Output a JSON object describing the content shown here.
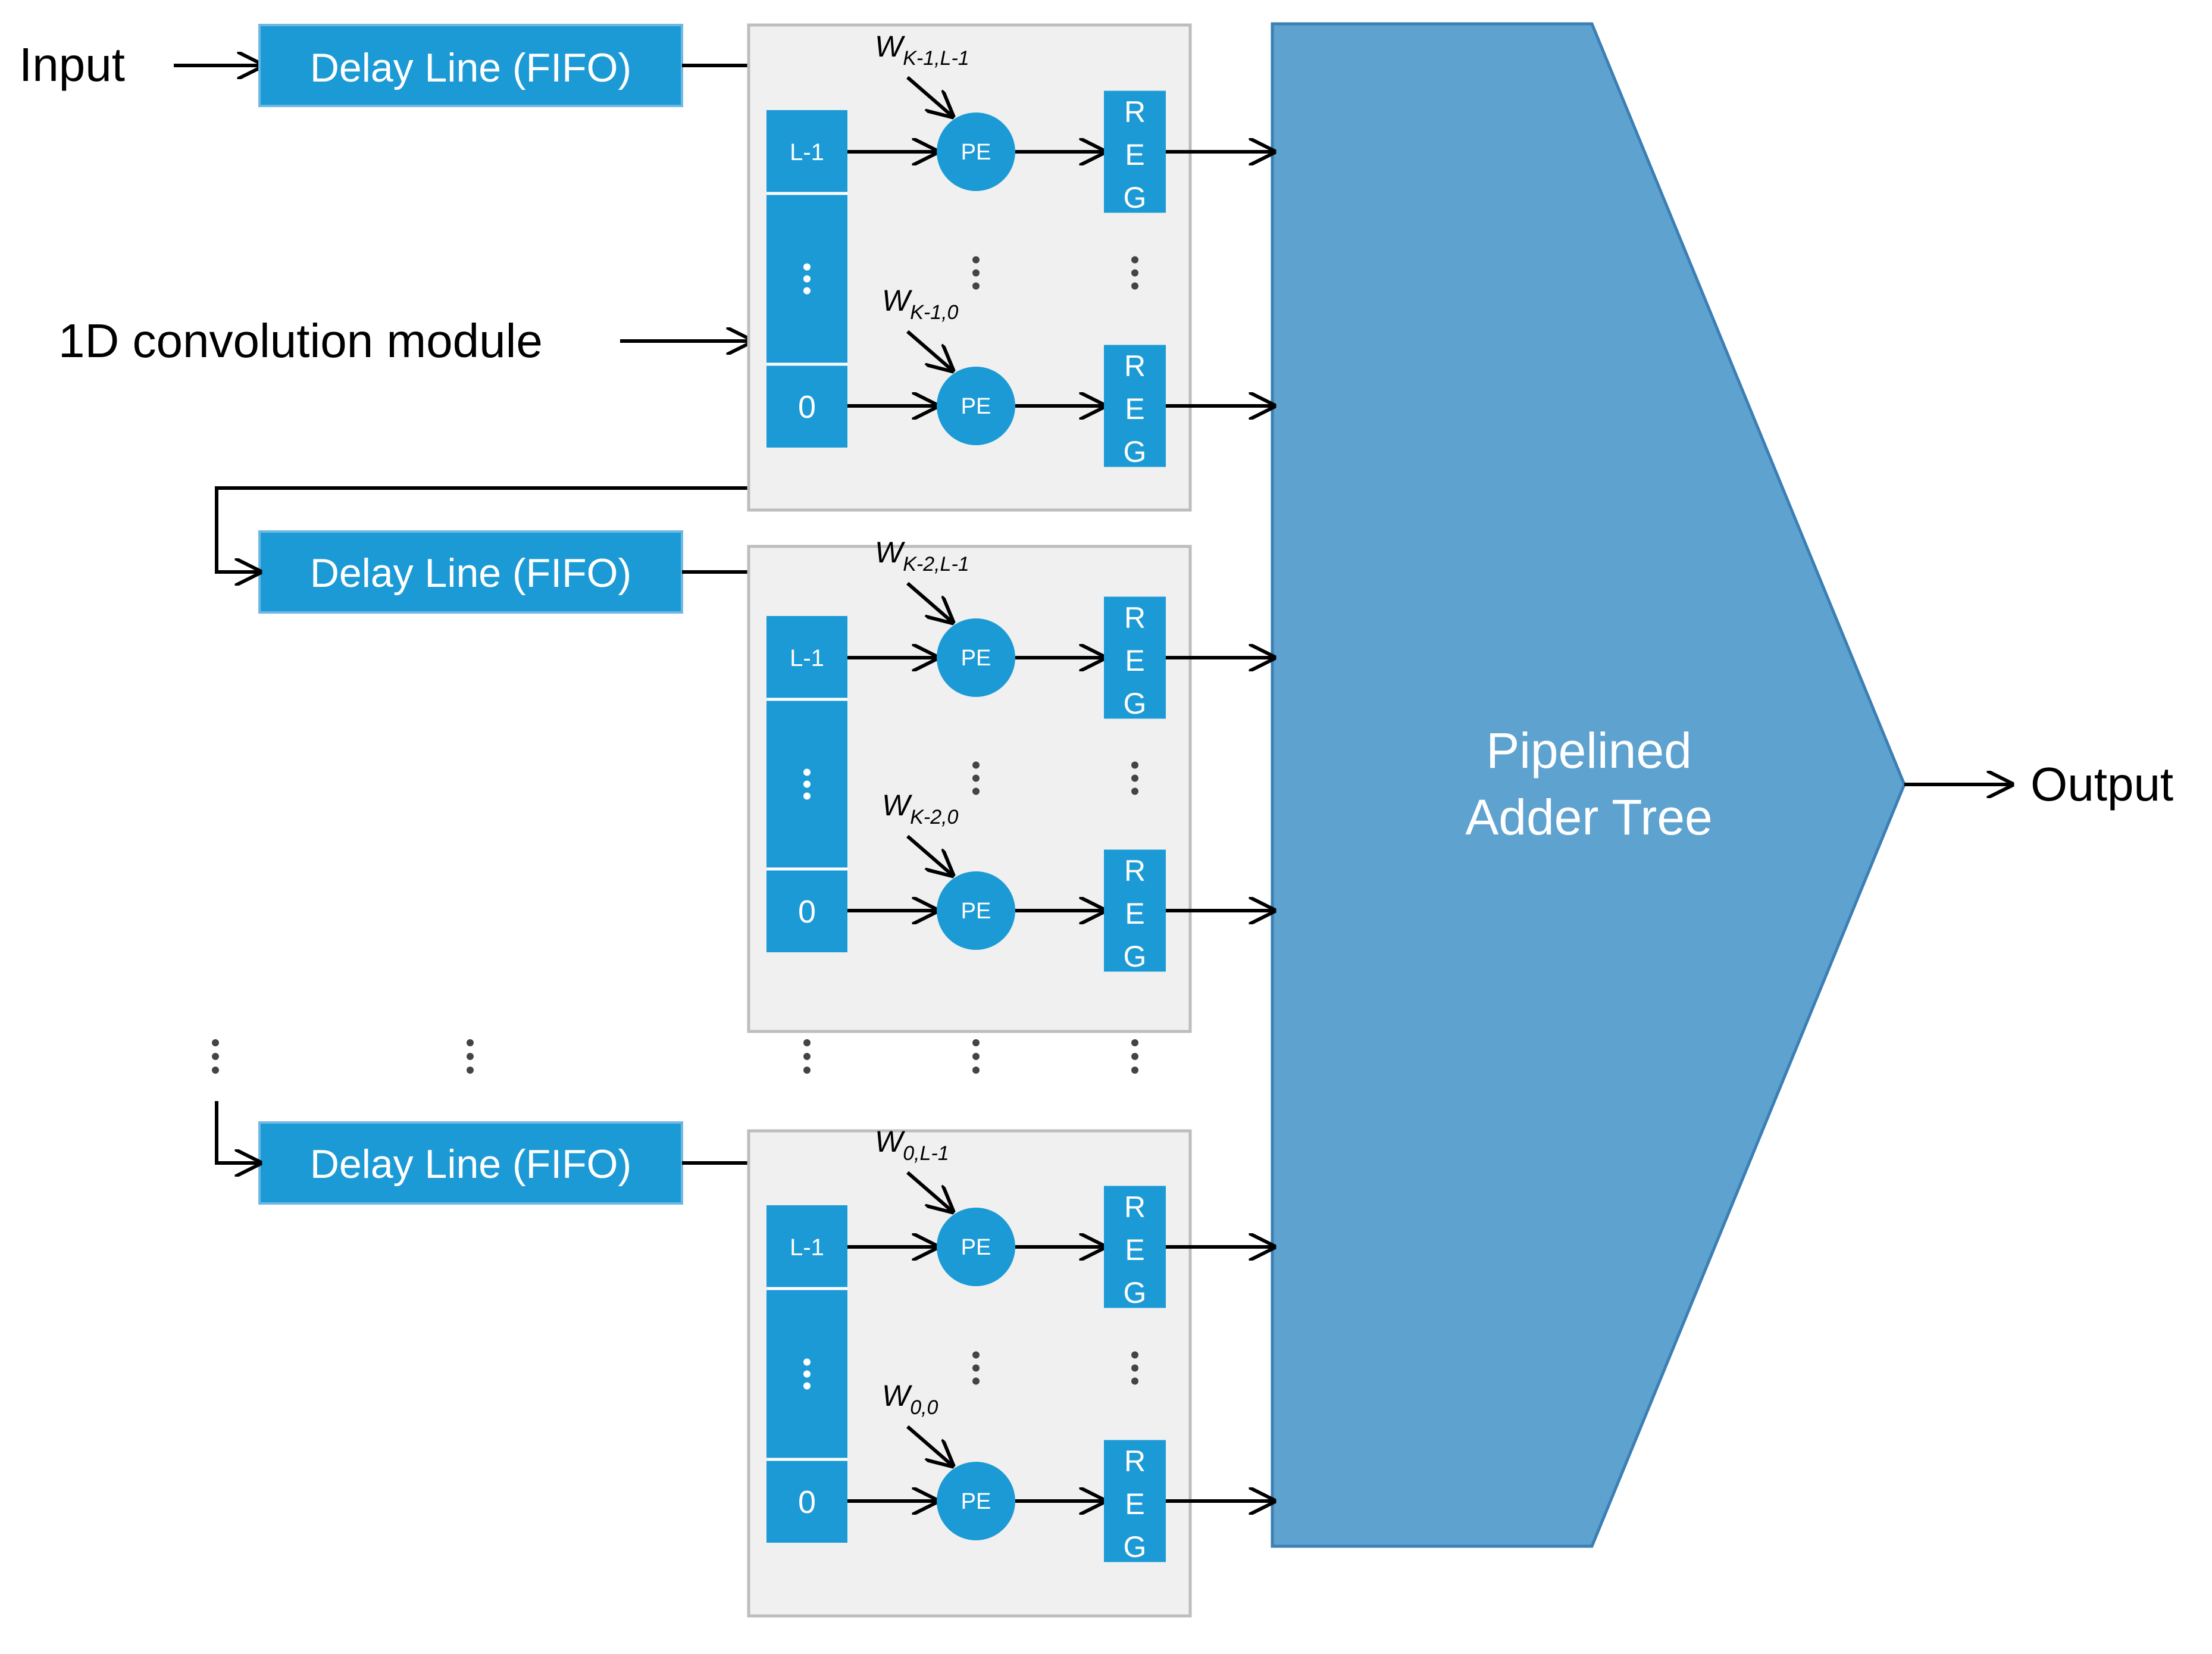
{
  "labels": {
    "input": "Input",
    "conv_module": "1D convolution module",
    "output": "Output",
    "adder_line1": "Pipelined",
    "adder_line2": "Adder Tree"
  },
  "delay_line": "Delay Line (FIFO)",
  "pe": "PE",
  "reg": [
    "R",
    "E",
    "G"
  ],
  "cells": {
    "top": "L-1",
    "bottom": "0"
  },
  "weights": {
    "m1_top": "W_{K-1,L-1}",
    "m1_bot": "W_{K-1,0}",
    "m2_top": "W_{K-2,L-1}",
    "m2_bot": "W_{K-2,0}",
    "m3_top": "W_{0,L-1}",
    "m3_bot": "W_{0,0}"
  },
  "w_parts": {
    "m1_top": {
      "base": "W",
      "sub": "K-1,L-1"
    },
    "m1_bot": {
      "base": "W",
      "sub": "K-1,0"
    },
    "m2_top": {
      "base": "W",
      "sub": "K-2,L-1"
    },
    "m2_bot": {
      "base": "W",
      "sub": "K-2,0"
    },
    "m3_top": {
      "base": "W",
      "sub": "0,L-1"
    },
    "m3_bot": {
      "base": "W",
      "sub": "0,0"
    }
  },
  "colors": {
    "block_blue": "#1c9ad6",
    "adder_blue": "#5ea2d0",
    "adder_stroke": "#3b7fb5",
    "module_bg": "#f0f0f0"
  }
}
